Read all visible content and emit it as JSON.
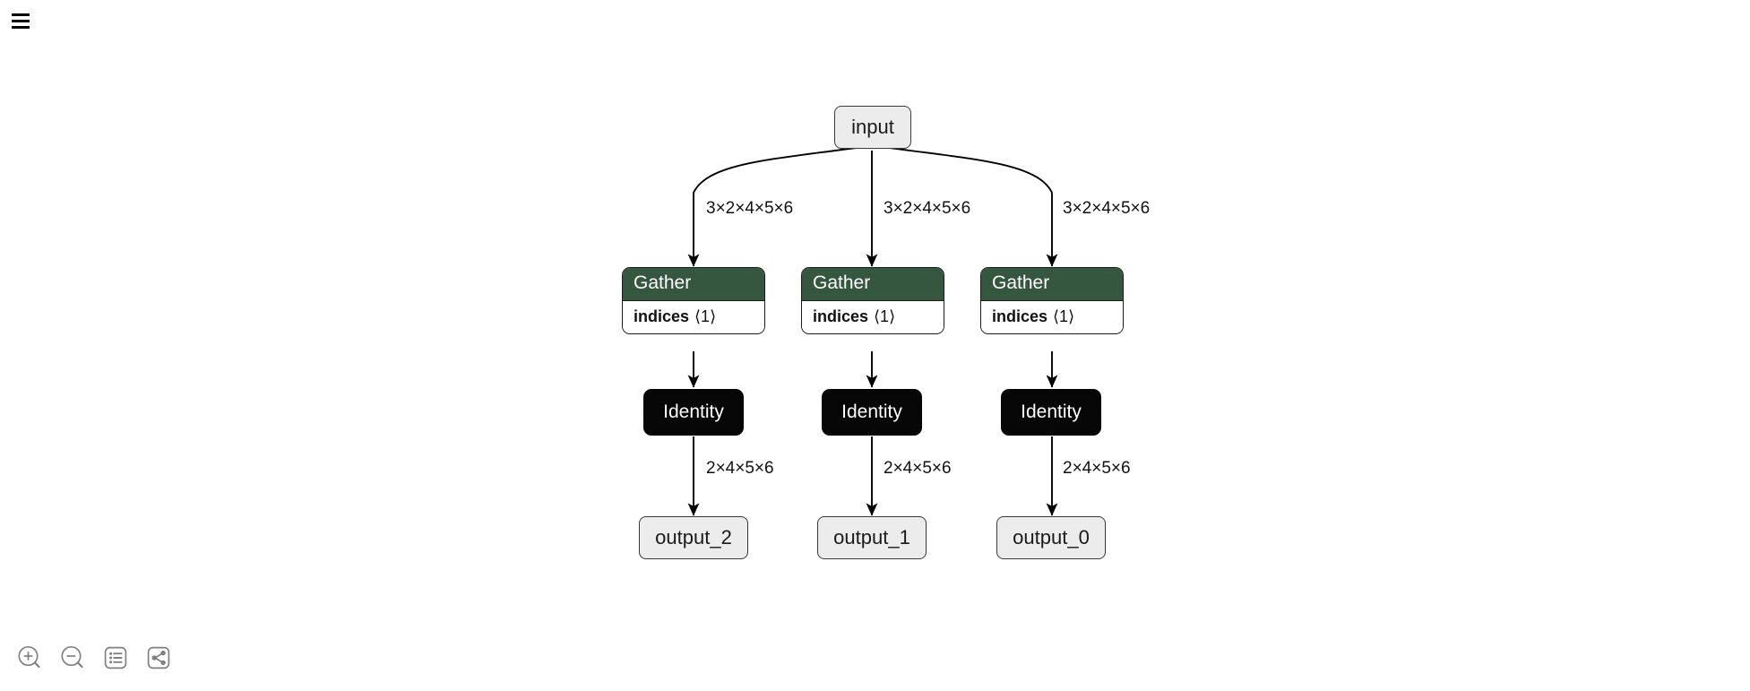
{
  "app": {
    "background_color": "#ffffff",
    "menu": {
      "icon": "hamburger-menu-icon",
      "label": "Menu"
    }
  },
  "graph": {
    "input_node": {
      "label": "input",
      "type": "io"
    },
    "columns": [
      {
        "input_edge_label": "3×2×4×5×6",
        "op": {
          "title": "Gather",
          "attr_name": "indices",
          "attr_value": "⟨1⟩"
        },
        "identity": {
          "label": "Identity"
        },
        "output_edge_label": "2×4×5×6",
        "output": {
          "label": "output_2"
        }
      },
      {
        "input_edge_label": "3×2×4×5×6",
        "op": {
          "title": "Gather",
          "attr_name": "indices",
          "attr_value": "⟨1⟩"
        },
        "identity": {
          "label": "Identity"
        },
        "output_edge_label": "2×4×5×6",
        "output": {
          "label": "output_1"
        }
      },
      {
        "input_edge_label": "3×2×4×5×6",
        "op": {
          "title": "Gather",
          "attr_name": "indices",
          "attr_value": "⟨1⟩"
        },
        "identity": {
          "label": "Identity"
        },
        "output_edge_label": "2×4×5×6",
        "output": {
          "label": "output_0"
        }
      }
    ],
    "colors": {
      "op_header": "#36573f",
      "identity_fill": "#060606",
      "io_fill": "#ececec",
      "edge_stroke": "#000000",
      "node_stroke": "#1c1c1c"
    }
  },
  "toolbar": {
    "items": [
      {
        "name": "zoom-in-icon",
        "label": "Zoom In"
      },
      {
        "name": "zoom-out-icon",
        "label": "Zoom Out"
      },
      {
        "name": "properties-icon",
        "label": "Show Properties"
      },
      {
        "name": "share-icon",
        "label": "Export / Share Graph"
      }
    ]
  }
}
